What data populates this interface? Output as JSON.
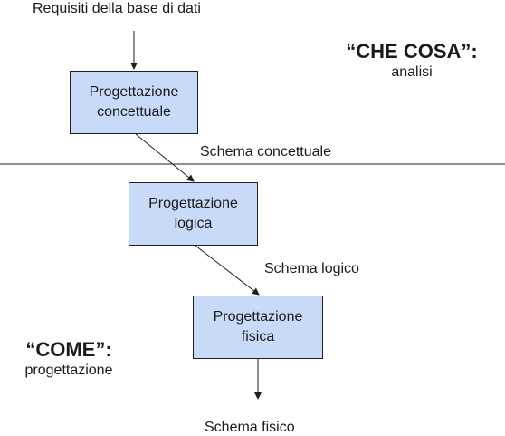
{
  "input_label": "Requisiti della base di dati",
  "what": {
    "title": "“CHE COSA”:",
    "subtitle": "analisi"
  },
  "how": {
    "title": "“COME”:",
    "subtitle": "progettazione"
  },
  "steps": [
    {
      "label": "Progettazione\nconcettuale",
      "output": "Schema concettuale"
    },
    {
      "label": "Progettazione\nlogica",
      "output": "Schema logico"
    },
    {
      "label": "Progettazione\nfisica",
      "output": "Schema fisico"
    }
  ]
}
